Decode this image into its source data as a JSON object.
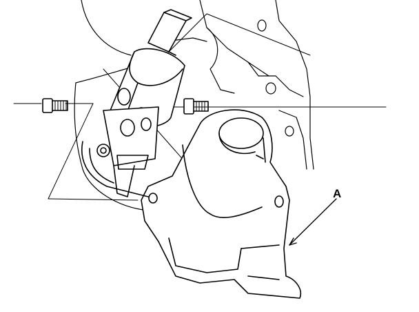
{
  "figure": {
    "callout_label": "A"
  },
  "parts": {
    "shaft": "steering-shaft",
    "joint": "universal-joint",
    "cover": "joint-cover",
    "bolts": "bolt-icon"
  },
  "colors": {
    "line": "#000000",
    "background": "#ffffff"
  }
}
